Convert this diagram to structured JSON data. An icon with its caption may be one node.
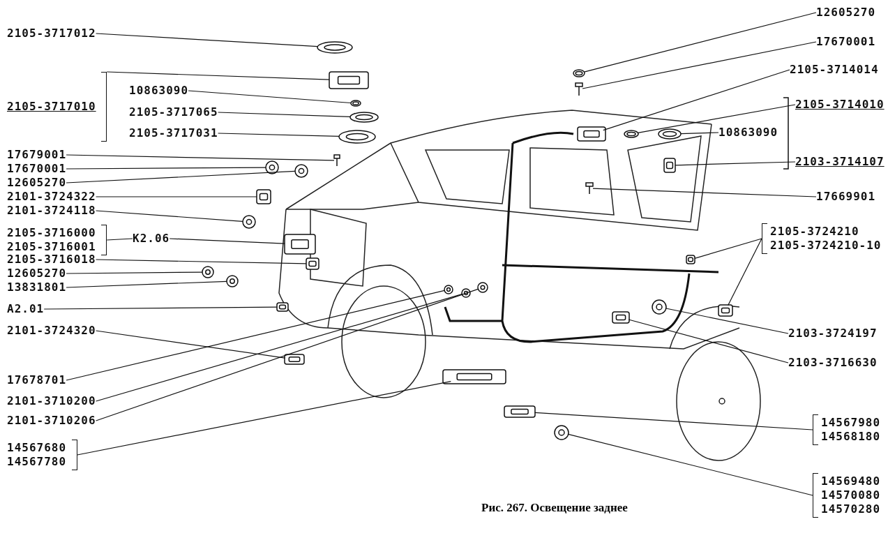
{
  "diagram": {
    "caption": "Рис. 267. Освещение заднее",
    "nodes": [
      {
        "text": [
          "2105-3717012"
        ]
      },
      {
        "text": [
          "2105-3717010"
        ]
      },
      {
        "text": [
          "10863090"
        ]
      },
      {
        "text": [
          "2105-3717065"
        ]
      },
      {
        "text": [
          "2105-3717031"
        ]
      },
      {
        "text": [
          "17679001"
        ]
      },
      {
        "text": [
          "17670001"
        ]
      },
      {
        "text": [
          "12605270"
        ]
      },
      {
        "text": [
          "2101-3724322"
        ]
      },
      {
        "text": [
          "2101-3724118"
        ]
      },
      {
        "text": [
          "2105-3716000",
          "2105-3716001"
        ]
      },
      {
        "text": [
          "K2.06"
        ]
      },
      {
        "text": [
          "2105-3716018"
        ]
      },
      {
        "text": [
          "12605270"
        ]
      },
      {
        "text": [
          "13831801"
        ]
      },
      {
        "text": [
          "A2.01"
        ]
      },
      {
        "text": [
          "2101-3724320"
        ]
      },
      {
        "text": [
          "17678701"
        ]
      },
      {
        "text": [
          "2101-3710200"
        ]
      },
      {
        "text": [
          "2101-3710206"
        ]
      },
      {
        "text": [
          "14567680",
          "14567780"
        ]
      },
      {
        "text": [
          "12605270"
        ]
      },
      {
        "text": [
          "17670001"
        ]
      },
      {
        "text": [
          "2105-3714014"
        ]
      },
      {
        "text": [
          "2105-3714010"
        ]
      },
      {
        "text": [
          "10863090"
        ]
      },
      {
        "text": [
          "2103-3714107"
        ]
      },
      {
        "text": [
          "17669901"
        ]
      },
      {
        "text": [
          "2105-3724210",
          "2105-3724210-10"
        ]
      },
      {
        "text": [
          "2103-3724197"
        ]
      },
      {
        "text": [
          "2103-3716630"
        ]
      },
      {
        "text": [
          "14567980",
          "14568180"
        ]
      },
      {
        "text": [
          "14569480",
          "14570080",
          "14570280"
        ]
      },
      {
        "text": [],
        "shape": "picture"
      },
      {
        "text": [],
        "shape": "picture"
      },
      {
        "text": [],
        "shape": "picture"
      },
      {
        "text": [],
        "shape": "picture"
      },
      {
        "text": [],
        "shape": "picture"
      },
      {
        "text": [],
        "shape": "picture"
      },
      {
        "text": [],
        "shape": "picture"
      },
      {
        "text": [],
        "shape": "picture"
      },
      {
        "text": [],
        "shape": "picture"
      },
      {
        "text": [],
        "shape": "picture"
      },
      {
        "text": [],
        "shape": "picture"
      },
      {
        "text": [],
        "shape": "picture"
      },
      {
        "text": [],
        "shape": "picture"
      },
      {
        "text": [],
        "shape": "picture"
      },
      {
        "text": [],
        "shape": "picture"
      },
      {
        "text": [],
        "shape": "picture"
      },
      {
        "text": [],
        "shape": "picture"
      },
      {
        "text": [],
        "shape": "picture"
      },
      {
        "text": [],
        "shape": "picture"
      },
      {
        "text": [],
        "shape": "picture"
      },
      {
        "text": [],
        "shape": "picture"
      },
      {
        "text": [],
        "shape": "picture"
      },
      {
        "text": [],
        "shape": "picture"
      },
      {
        "text": [],
        "shape": "picture"
      },
      {
        "text": [],
        "shape": "picture"
      },
      {
        "text": [],
        "shape": "picture"
      },
      {
        "text": [],
        "shape": "picture"
      },
      {
        "text": [],
        "shape": "picture"
      },
      {
        "text": [],
        "shape": "picture"
      },
      {
        "text": [],
        "shape": "picture"
      },
      {
        "text": [],
        "shape": "picture"
      },
      {
        "text": [],
        "shape": "picture"
      },
      {
        "text": [],
        "shape": "picture"
      }
    ],
    "edges": [
      {
        "from": 0,
        "to": 33,
        "arrow": "none"
      },
      {
        "from": 1,
        "to": 34,
        "arrow": "none"
      },
      {
        "from": 2,
        "to": 35,
        "arrow": "none"
      },
      {
        "from": 3,
        "to": 36,
        "arrow": "none"
      },
      {
        "from": 4,
        "to": 37,
        "arrow": "none"
      },
      {
        "from": 5,
        "to": 38,
        "arrow": "none"
      },
      {
        "from": 6,
        "to": 39,
        "arrow": "none"
      },
      {
        "from": 7,
        "to": 40,
        "arrow": "none"
      },
      {
        "from": 8,
        "to": 41,
        "arrow": "none"
      },
      {
        "from": 9,
        "to": 42,
        "arrow": "none"
      },
      {
        "from": 10,
        "to": 11,
        "arrow": "none"
      },
      {
        "from": 11,
        "to": 43,
        "arrow": "none"
      },
      {
        "from": 12,
        "to": 44,
        "arrow": "none"
      },
      {
        "from": 13,
        "to": 45,
        "arrow": "none"
      },
      {
        "from": 14,
        "to": 46,
        "arrow": "none"
      },
      {
        "from": 15,
        "to": 47,
        "arrow": "none"
      },
      {
        "from": 16,
        "to": 48,
        "arrow": "none"
      },
      {
        "from": 17,
        "to": 49,
        "arrow": "none"
      },
      {
        "from": 18,
        "to": 50,
        "arrow": "none"
      },
      {
        "from": 19,
        "to": 51,
        "arrow": "none"
      },
      {
        "from": 20,
        "to": 52,
        "arrow": "none"
      },
      {
        "from": 21,
        "to": 53,
        "arrow": "none"
      },
      {
        "from": 22,
        "to": 54,
        "arrow": "none"
      },
      {
        "from": 23,
        "to": 55,
        "arrow": "none"
      },
      {
        "from": 24,
        "to": 56,
        "arrow": "none"
      },
      {
        "from": 25,
        "to": 57,
        "arrow": "none"
      },
      {
        "from": 26,
        "to": 58,
        "arrow": "none"
      },
      {
        "from": 27,
        "to": 59,
        "arrow": "none"
      },
      {
        "from": 28,
        "to": 60,
        "arrow": "none"
      },
      {
        "from": 28,
        "to": 61,
        "arrow": "none"
      },
      {
        "from": 29,
        "to": 62,
        "arrow": "none"
      },
      {
        "from": 30,
        "to": 63,
        "arrow": "none"
      },
      {
        "from": 31,
        "to": 64,
        "arrow": "none"
      },
      {
        "from": 32,
        "to": 65,
        "arrow": "none"
      }
    ]
  }
}
